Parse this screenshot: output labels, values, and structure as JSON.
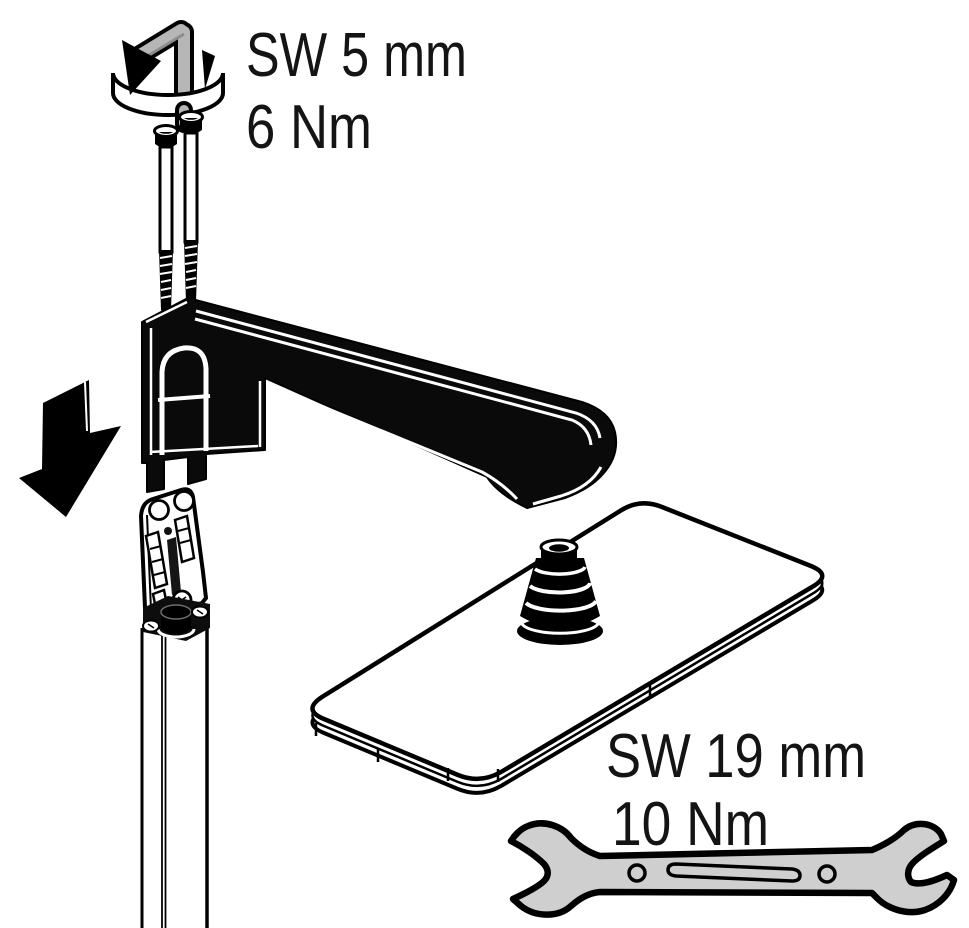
{
  "figure": {
    "kind": "faucet-installation-exploded-diagram",
    "tools": {
      "hex_key": {
        "size": "SW 5 mm",
        "torque": "6 Nm"
      },
      "open_end_wrench": {
        "size": "SW 19 mm",
        "torque": "10 Nm"
      }
    },
    "icons": {
      "hex_key": "hex-key-rotate-icon",
      "insert_direction": "arrow-down-icon",
      "wrench": "open-end-wrench-icon"
    },
    "colors": {
      "outline": "#000000",
      "background": "#ffffff",
      "tool_gray": "#cfcfcf",
      "key_gray": "#b6b6b6",
      "text": "#141414"
    }
  }
}
